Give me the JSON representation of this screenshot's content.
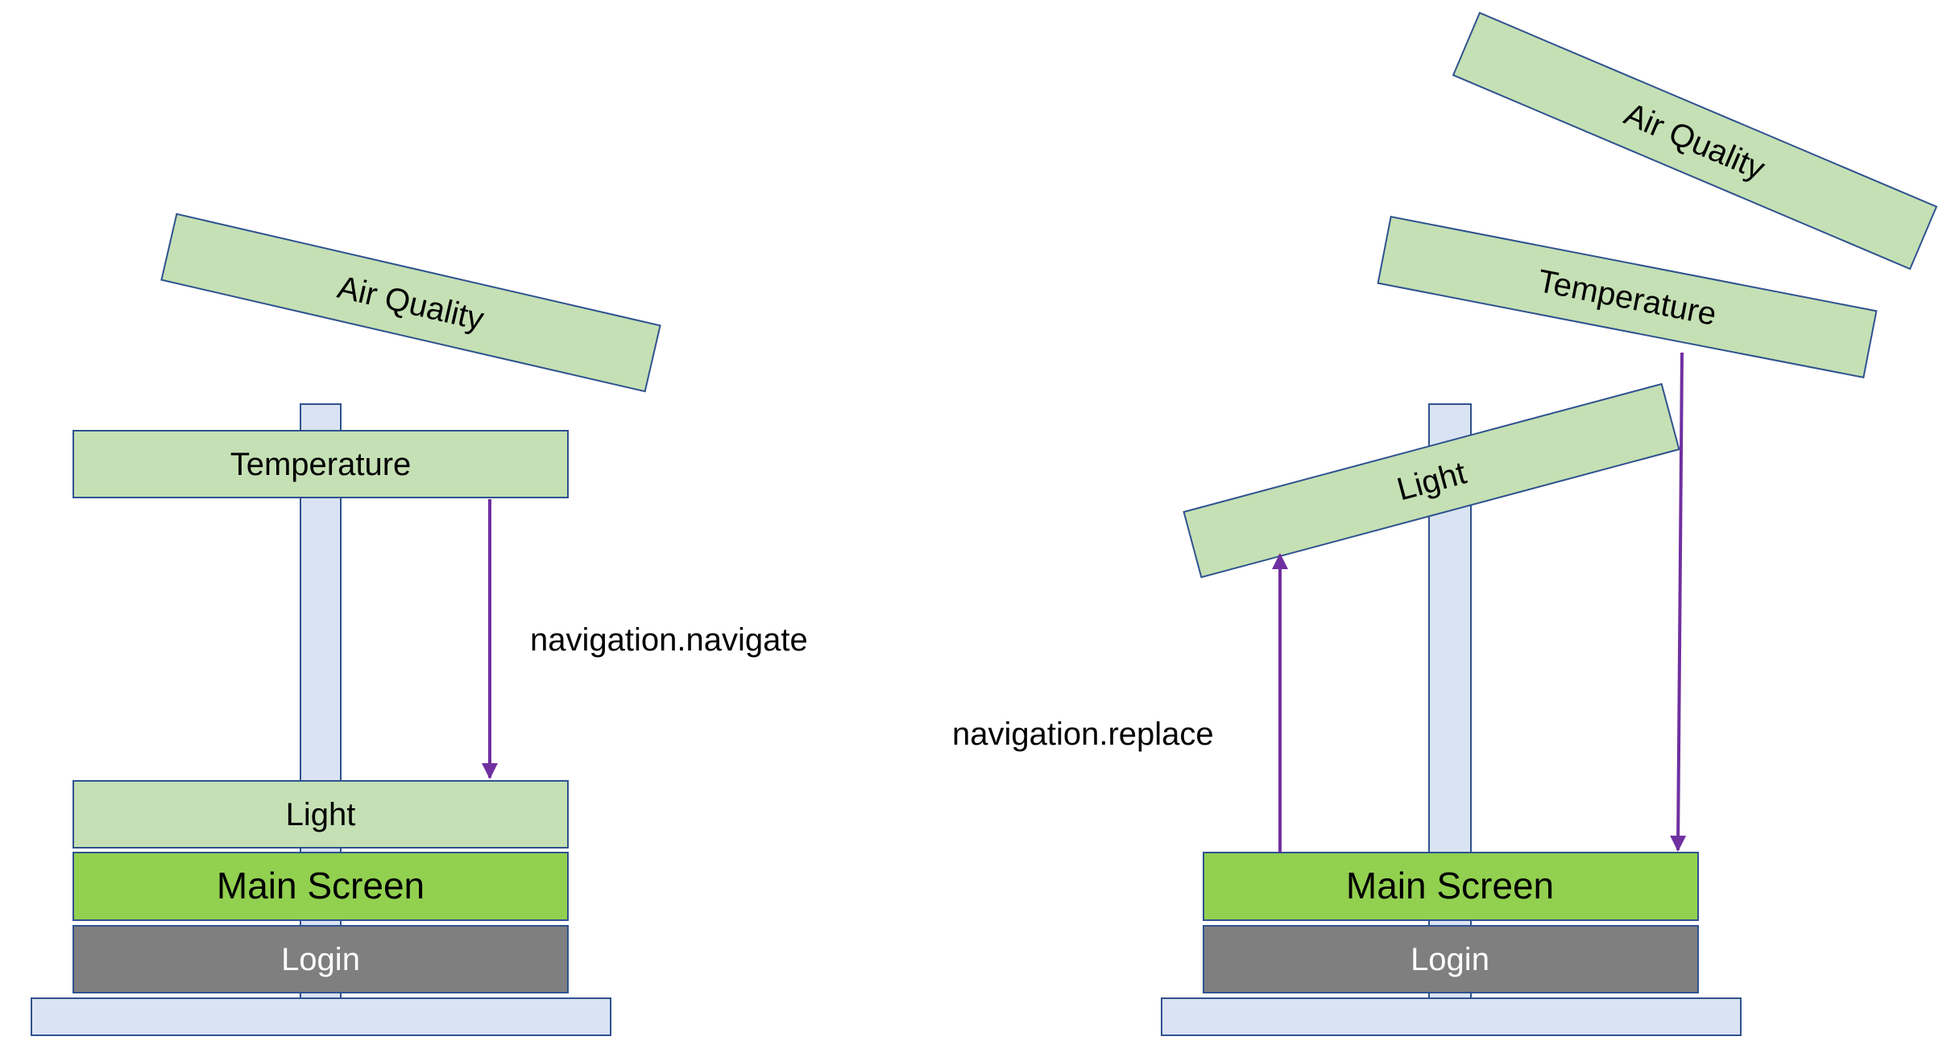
{
  "left_stack": {
    "flying_card": "Air Quality",
    "lifted_card": "Temperature",
    "stack": [
      "Light",
      "Main Screen",
      "Login"
    ],
    "arrow_label": "navigation.navigate"
  },
  "right_stack": {
    "flying_cards": [
      "Air Quality",
      "Temperature",
      "Light"
    ],
    "stack": [
      "Main Screen",
      "Login"
    ],
    "arrow_label": "navigation.replace"
  },
  "colors": {
    "card_light": "#c5e0b4",
    "card_main": "#92d050",
    "card_login": "#7f7f7f",
    "pole": "#dae3f3",
    "border": "#2f528f",
    "arrow": "#7030a0"
  }
}
